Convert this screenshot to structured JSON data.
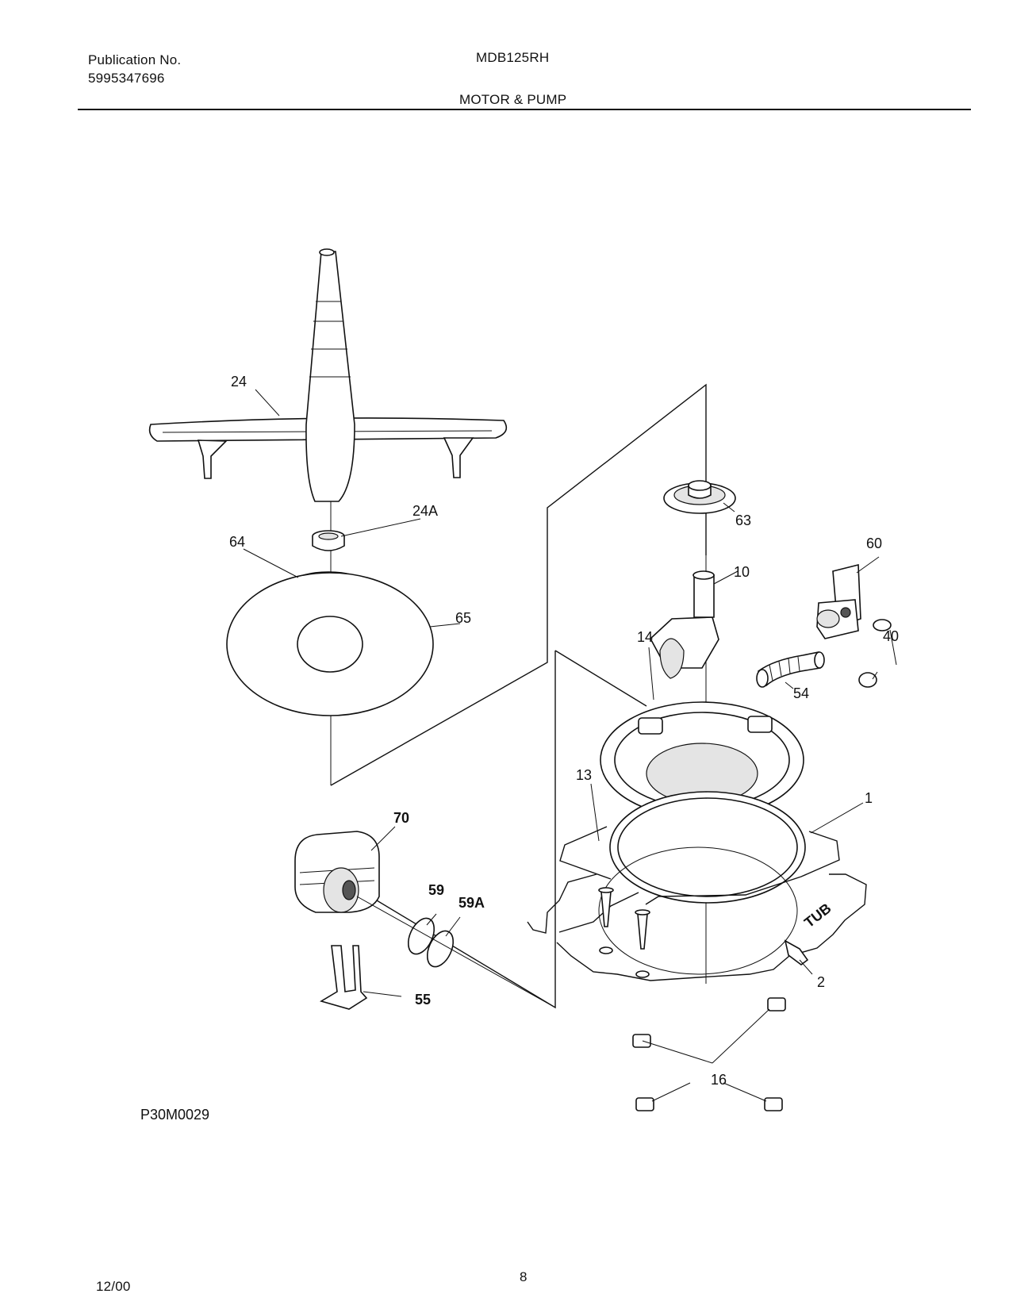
{
  "header": {
    "publication_label": "Publication No.",
    "publication_number": "5995347696",
    "model": "MDB125RH",
    "section_title": "MOTOR & PUMP"
  },
  "diagram": {
    "code": "P30M0029",
    "callouts": {
      "c1": "1",
      "c2": "2",
      "c10": "10",
      "c13": "13",
      "c14": "14",
      "c16": "16",
      "c24": "24",
      "c24a": "24A",
      "c40": "40",
      "c54": "54",
      "c55": "55",
      "c59": "59",
      "c59a": "59A",
      "c60": "60",
      "c63": "63",
      "c64": "64",
      "c65": "65",
      "c70": "70"
    },
    "tub_label": "TUB"
  },
  "footer": {
    "date": "12/00",
    "page_number": "8"
  }
}
